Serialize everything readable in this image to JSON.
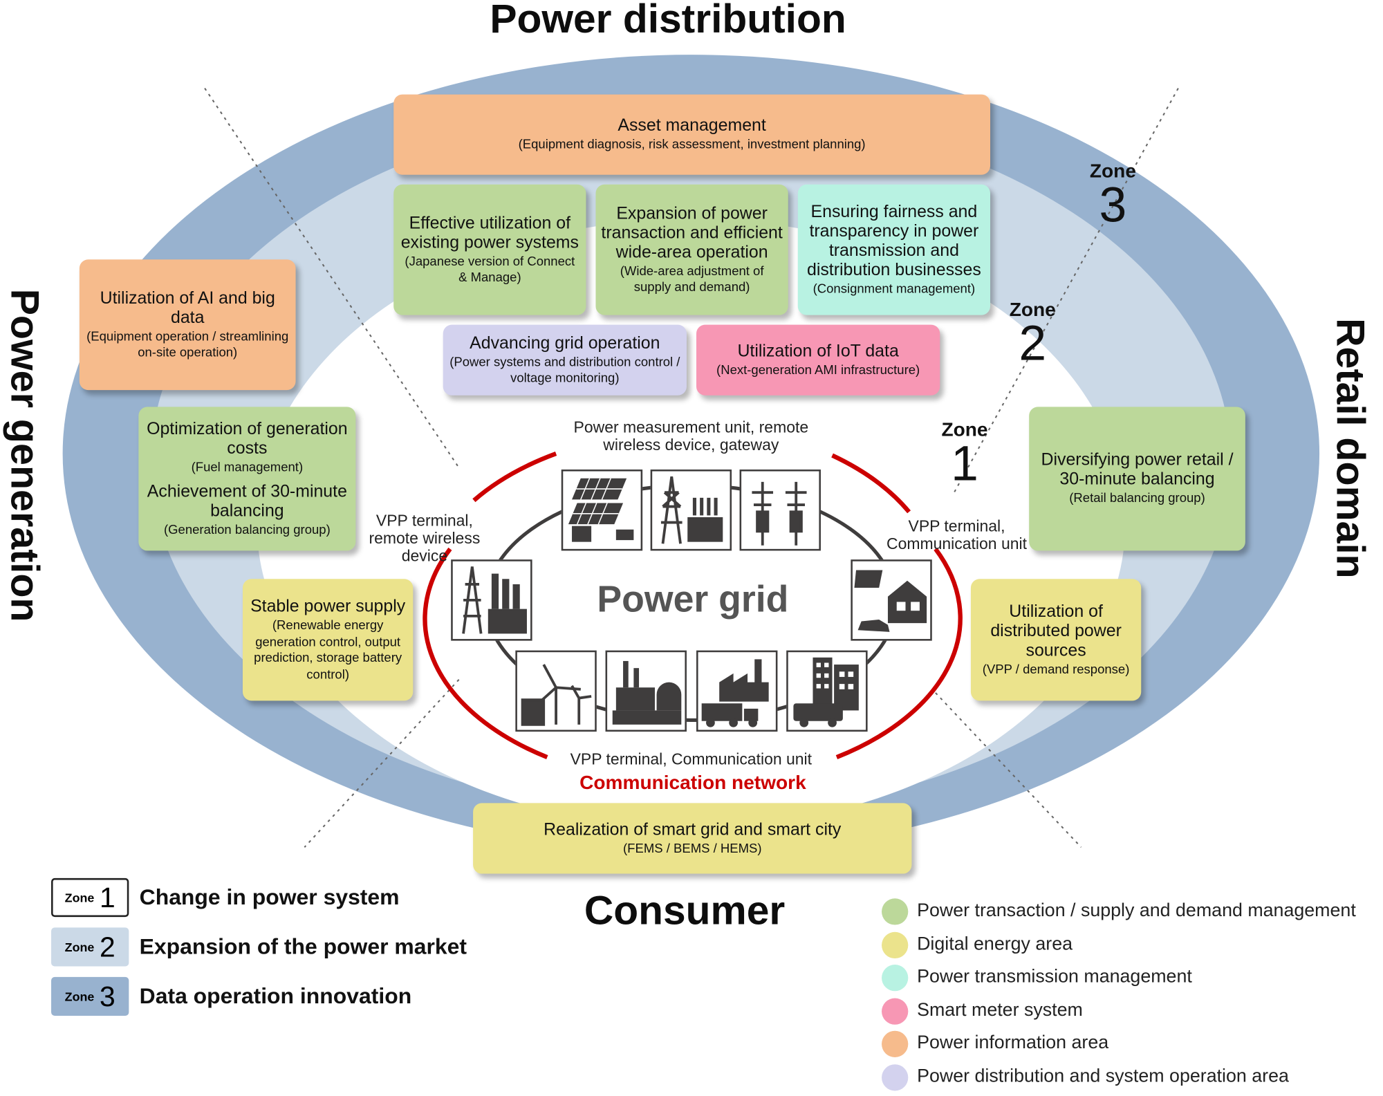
{
  "headings": {
    "top": "Power distribution",
    "bottom": "Consumer",
    "left": "Power generation",
    "right": "Retail domain"
  },
  "zones": [
    {
      "word": "Zone",
      "number": "1"
    },
    {
      "word": "Zone",
      "number": "2"
    },
    {
      "word": "Zone",
      "number": "3"
    }
  ],
  "boxes": {
    "asset": {
      "title": "Asset management",
      "sub": "(Equipment diagnosis, risk assessment, investment planning)"
    },
    "effective": {
      "title": "Effective utilization of existing power systems",
      "sub": "(Japanese version of Connect & Manage)"
    },
    "expansion": {
      "title": "Expansion of power transaction and efficient wide-area operation",
      "sub": "(Wide-area adjustment of supply and demand)"
    },
    "fairness": {
      "title": "Ensuring fairness and transparency in power transmission and distribution businesses",
      "sub": "(Consignment management)"
    },
    "advancing": {
      "title": "Advancing grid operation",
      "sub": "(Power systems and distribution control / voltage monitoring)"
    },
    "iot": {
      "title": "Utilization of IoT data",
      "sub": "(Next-generation AMI infrastructure)"
    },
    "ai": {
      "title": "Utilization of AI and big data",
      "sub": "(Equipment operation / streamlining on-site operation)"
    },
    "optimization": {
      "title": "Optimization of generation costs",
      "sub": "(Fuel management)",
      "title2": "Achievement of 30-minute balancing",
      "sub2": "(Generation balancing group)"
    },
    "stable": {
      "title": "Stable power supply",
      "sub": "(Renewable energy generation control, output prediction, storage battery control)"
    },
    "retail": {
      "title": "Diversifying power retail / 30-minute balancing",
      "sub": "(Retail balancing group)"
    },
    "distributed": {
      "title": "Utilization of distributed power sources",
      "sub": "(VPP / demand response)"
    },
    "smart": {
      "title": "Realization of smart grid and smart city",
      "sub": "(FEMS / BEMS / HEMS)"
    }
  },
  "grid": {
    "center": "Power grid",
    "network": "Communication network",
    "top_label": "Power measurement unit, remote wireless device, gateway",
    "left_label": "VPP terminal, remote wireless device",
    "right_label": "VPP terminal, Communication unit",
    "bottom_label": "VPP terminal, Communication unit"
  },
  "zone_legend": [
    {
      "word": "Zone",
      "number": "1",
      "label": "Change in power system"
    },
    {
      "word": "Zone",
      "number": "2",
      "label": "Expansion of the power market"
    },
    {
      "word": "Zone",
      "number": "3",
      "label": "Data operation innovation"
    }
  ],
  "color_legend": [
    {
      "label": "Power transaction / supply and demand management",
      "color": "#bcd89a"
    },
    {
      "label": "Digital energy area",
      "color": "#ebe38c"
    },
    {
      "label": "Power transmission management",
      "color": "#b8f2e2"
    },
    {
      "label": "Smart meter system",
      "color": "#f797b4"
    },
    {
      "label": "Power information area",
      "color": "#f6bb8c"
    },
    {
      "label": "Power distribution and system operation area",
      "color": "#d3d2ee"
    }
  ],
  "colors": {
    "zone3": "#98b2cf",
    "zone2": "#cbd9e7",
    "zone1": "#ffffff",
    "network": "#cc0000",
    "grid": "#3f3d3d"
  }
}
